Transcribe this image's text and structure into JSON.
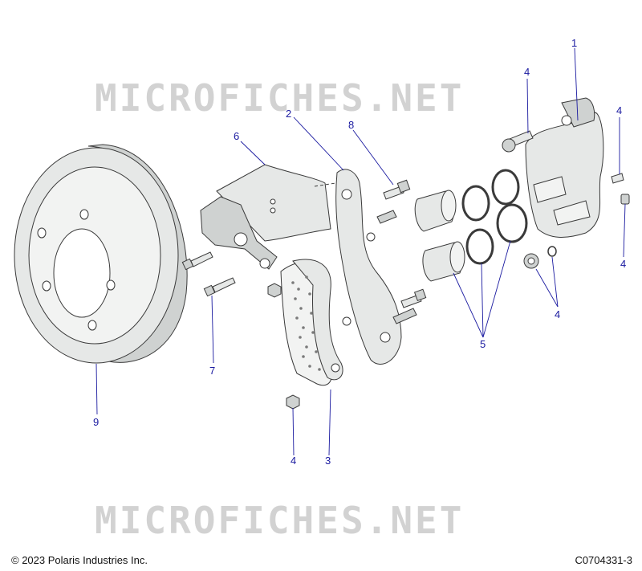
{
  "watermark_text": "MICROFICHES.NET",
  "footer": {
    "copyright": "© 2023 Polaris Industries Inc.",
    "diagram_id": "C0704331-3"
  },
  "colors": {
    "callout": "#1a1aa0",
    "watermark": "#cfcfcf",
    "part_fill": "#e6e8e7",
    "outline": "#3a3a3a"
  },
  "callouts": [
    {
      "label": "1"
    },
    {
      "label": "2"
    },
    {
      "label": "3"
    },
    {
      "label": "4"
    },
    {
      "label": "4"
    },
    {
      "label": "4"
    },
    {
      "label": "4"
    },
    {
      "label": "4"
    },
    {
      "label": "5"
    },
    {
      "label": "6"
    },
    {
      "label": "7"
    },
    {
      "label": "8"
    },
    {
      "label": "9"
    }
  ]
}
